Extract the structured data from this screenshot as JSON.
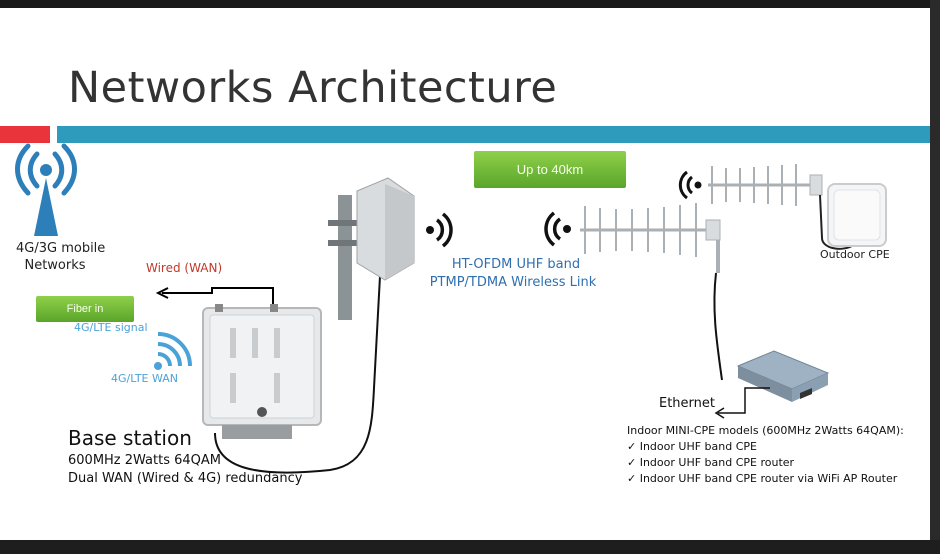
{
  "slide": {
    "title": "Networks Architecture",
    "mobile_label_line1": "4G/3G mobile",
    "mobile_label_line2": "Networks",
    "wired_wan": "Wired (WAN)",
    "fiber_in": "Fiber in",
    "lte_signal": "4G/LTE signal",
    "lte_wan": "4G/LTE WAN",
    "base_station_title": "Base station",
    "base_station_line1": "600MHz 2Watts 64QAM",
    "base_station_line2": "Dual WAN (Wired & 4G) redundancy",
    "range_label": "Up to 40km",
    "link_line1": "HT-OFDM UHF band",
    "link_line2": "PTMP/TDMA Wireless Link",
    "outdoor_cpe": "Outdoor CPE",
    "ethernet": "Ethernet",
    "indoor_title": "Indoor MINI-CPE models (600MHz 2Watts 64QAM):",
    "indoor_items": [
      "✓ Indoor UHF band CPE",
      "✓ Indoor UHF band CPE router",
      "✓ Indoor UHF band CPE router via WiFi AP Router"
    ]
  },
  "colors": {
    "accent_red": "#e8343a",
    "accent_teal": "#2e9bbd",
    "button_green": "#6fbf3a",
    "wan_red": "#c0392b",
    "lte_blue": "#4aa3d8",
    "link_blue": "#2f6fb0"
  },
  "icons": [
    "broadcast-tower-icon",
    "wifi-icon",
    "signal-waves-icon",
    "arrow-left-icon"
  ]
}
